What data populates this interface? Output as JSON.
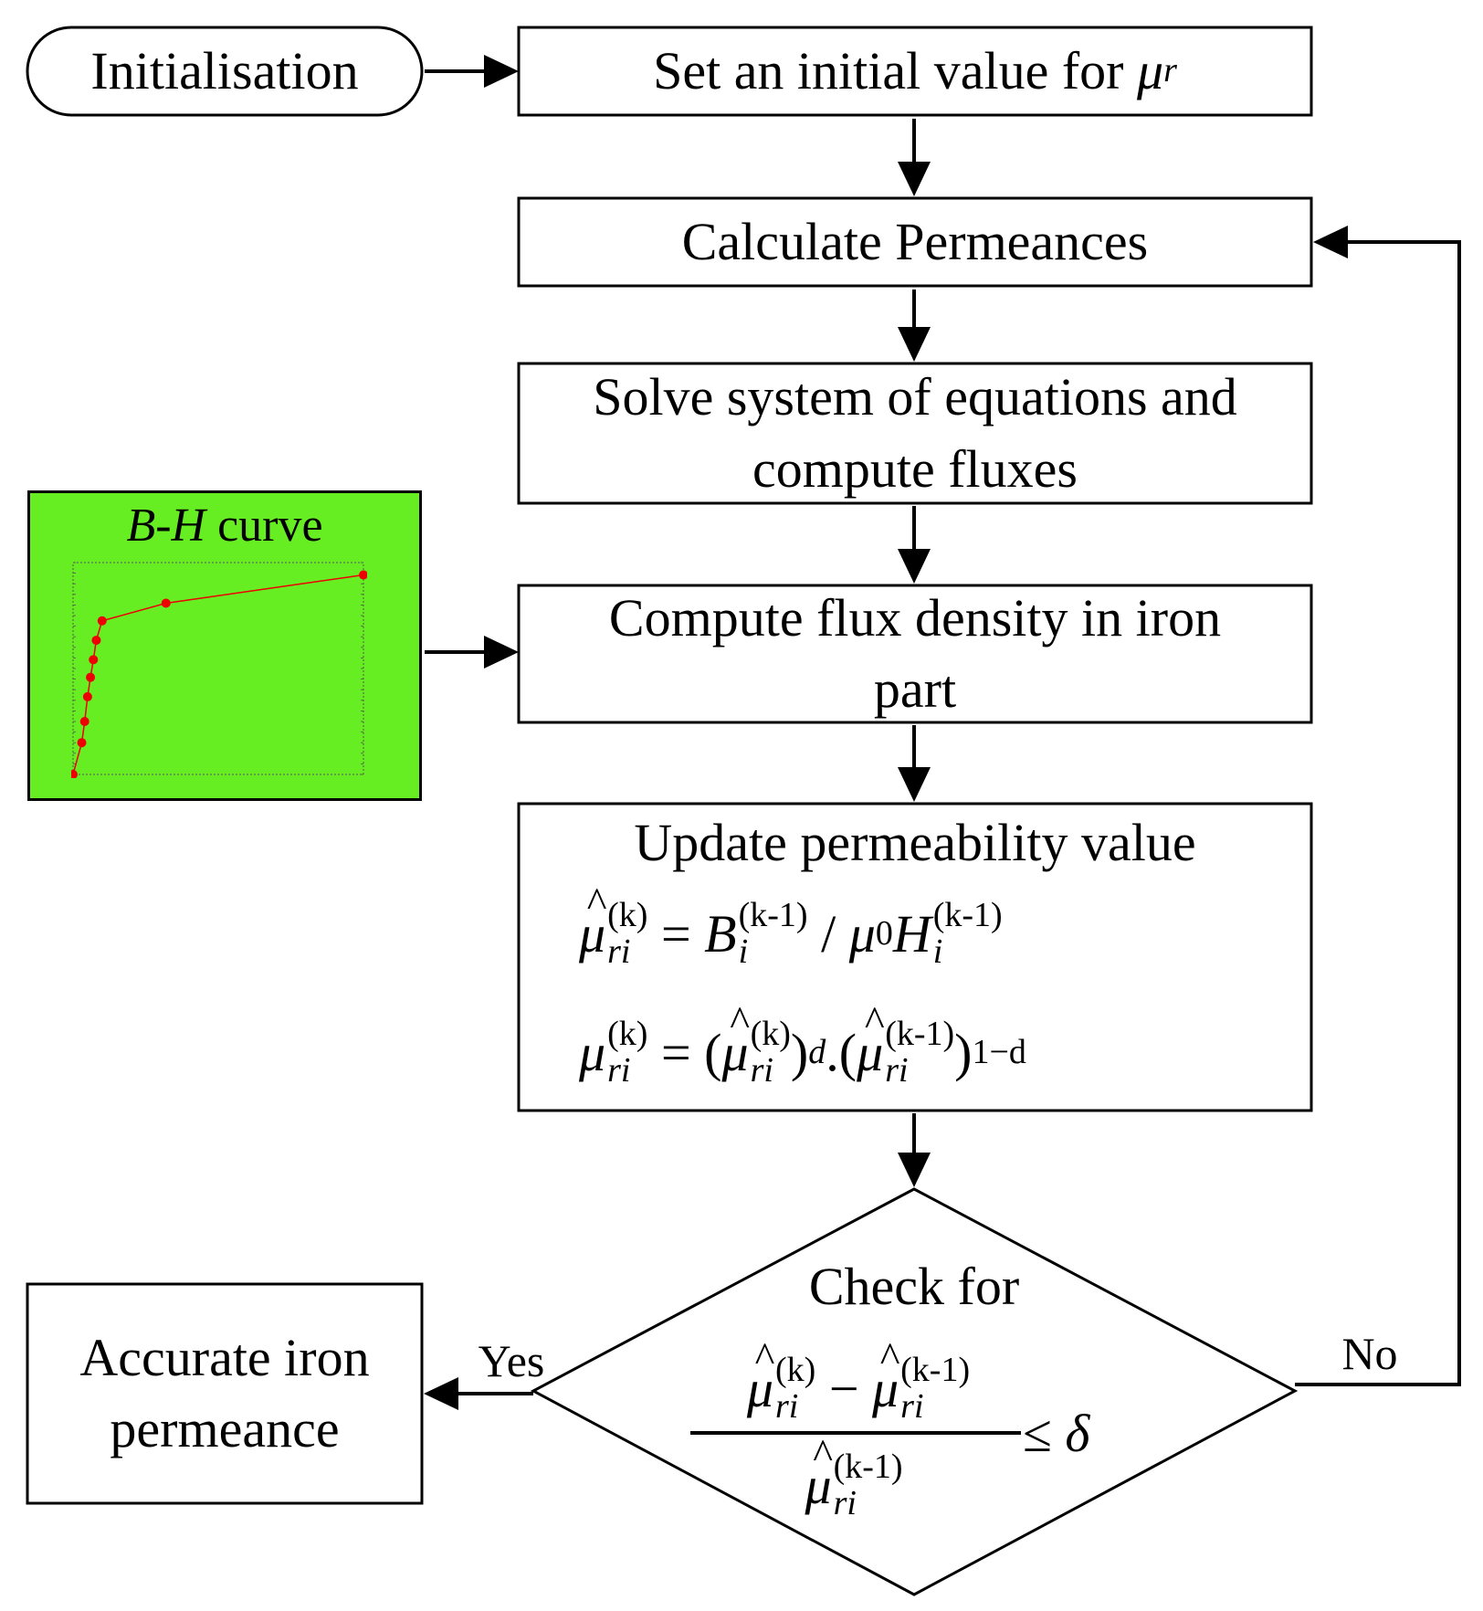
{
  "diagram": {
    "start": "Initialisation",
    "step_initial": {
      "text": "Set an initial value for",
      "symbol": "μ",
      "subscript": "r"
    },
    "step_permeances": "Calculate Permeances",
    "step_solve": [
      "Solve system of equations and",
      "compute fluxes"
    ],
    "step_flux_density": [
      "Compute flux density in iron",
      "part"
    ],
    "step_update": {
      "title": "Update permeability value",
      "mu": "μ",
      "B": "B",
      "H": "H",
      "mu0_sub": "0",
      "sub_ri": "ri",
      "sub_i": "i",
      "k": "(k)",
      "k_minus_1": "(k-1)",
      "exp_d": "d",
      "exp_1_minus_d": "1−d",
      "equals": "=",
      "slash": "/",
      "dot": ".",
      "lparen": "(",
      "rparen": ")"
    },
    "decision": {
      "title": "Check for",
      "leq": "≤",
      "delta": "δ",
      "minus": "−"
    },
    "result": [
      "Accurate iron",
      "permeance"
    ],
    "yes_label": "Yes",
    "no_label": "No",
    "bh_panel": {
      "title_italic": "B-H",
      "title_rest": " curve",
      "background": "#66ee22",
      "curve_color": "#ee0000",
      "points": [
        [
          0,
          0
        ],
        [
          0.3,
          0.18
        ],
        [
          0.4,
          0.3
        ],
        [
          0.5,
          0.44
        ],
        [
          0.6,
          0.55
        ],
        [
          0.7,
          0.65
        ],
        [
          0.8,
          0.76
        ],
        [
          1,
          0.87
        ],
        [
          3.2,
          0.97
        ],
        [
          10,
          1.13
        ]
      ]
    }
  }
}
